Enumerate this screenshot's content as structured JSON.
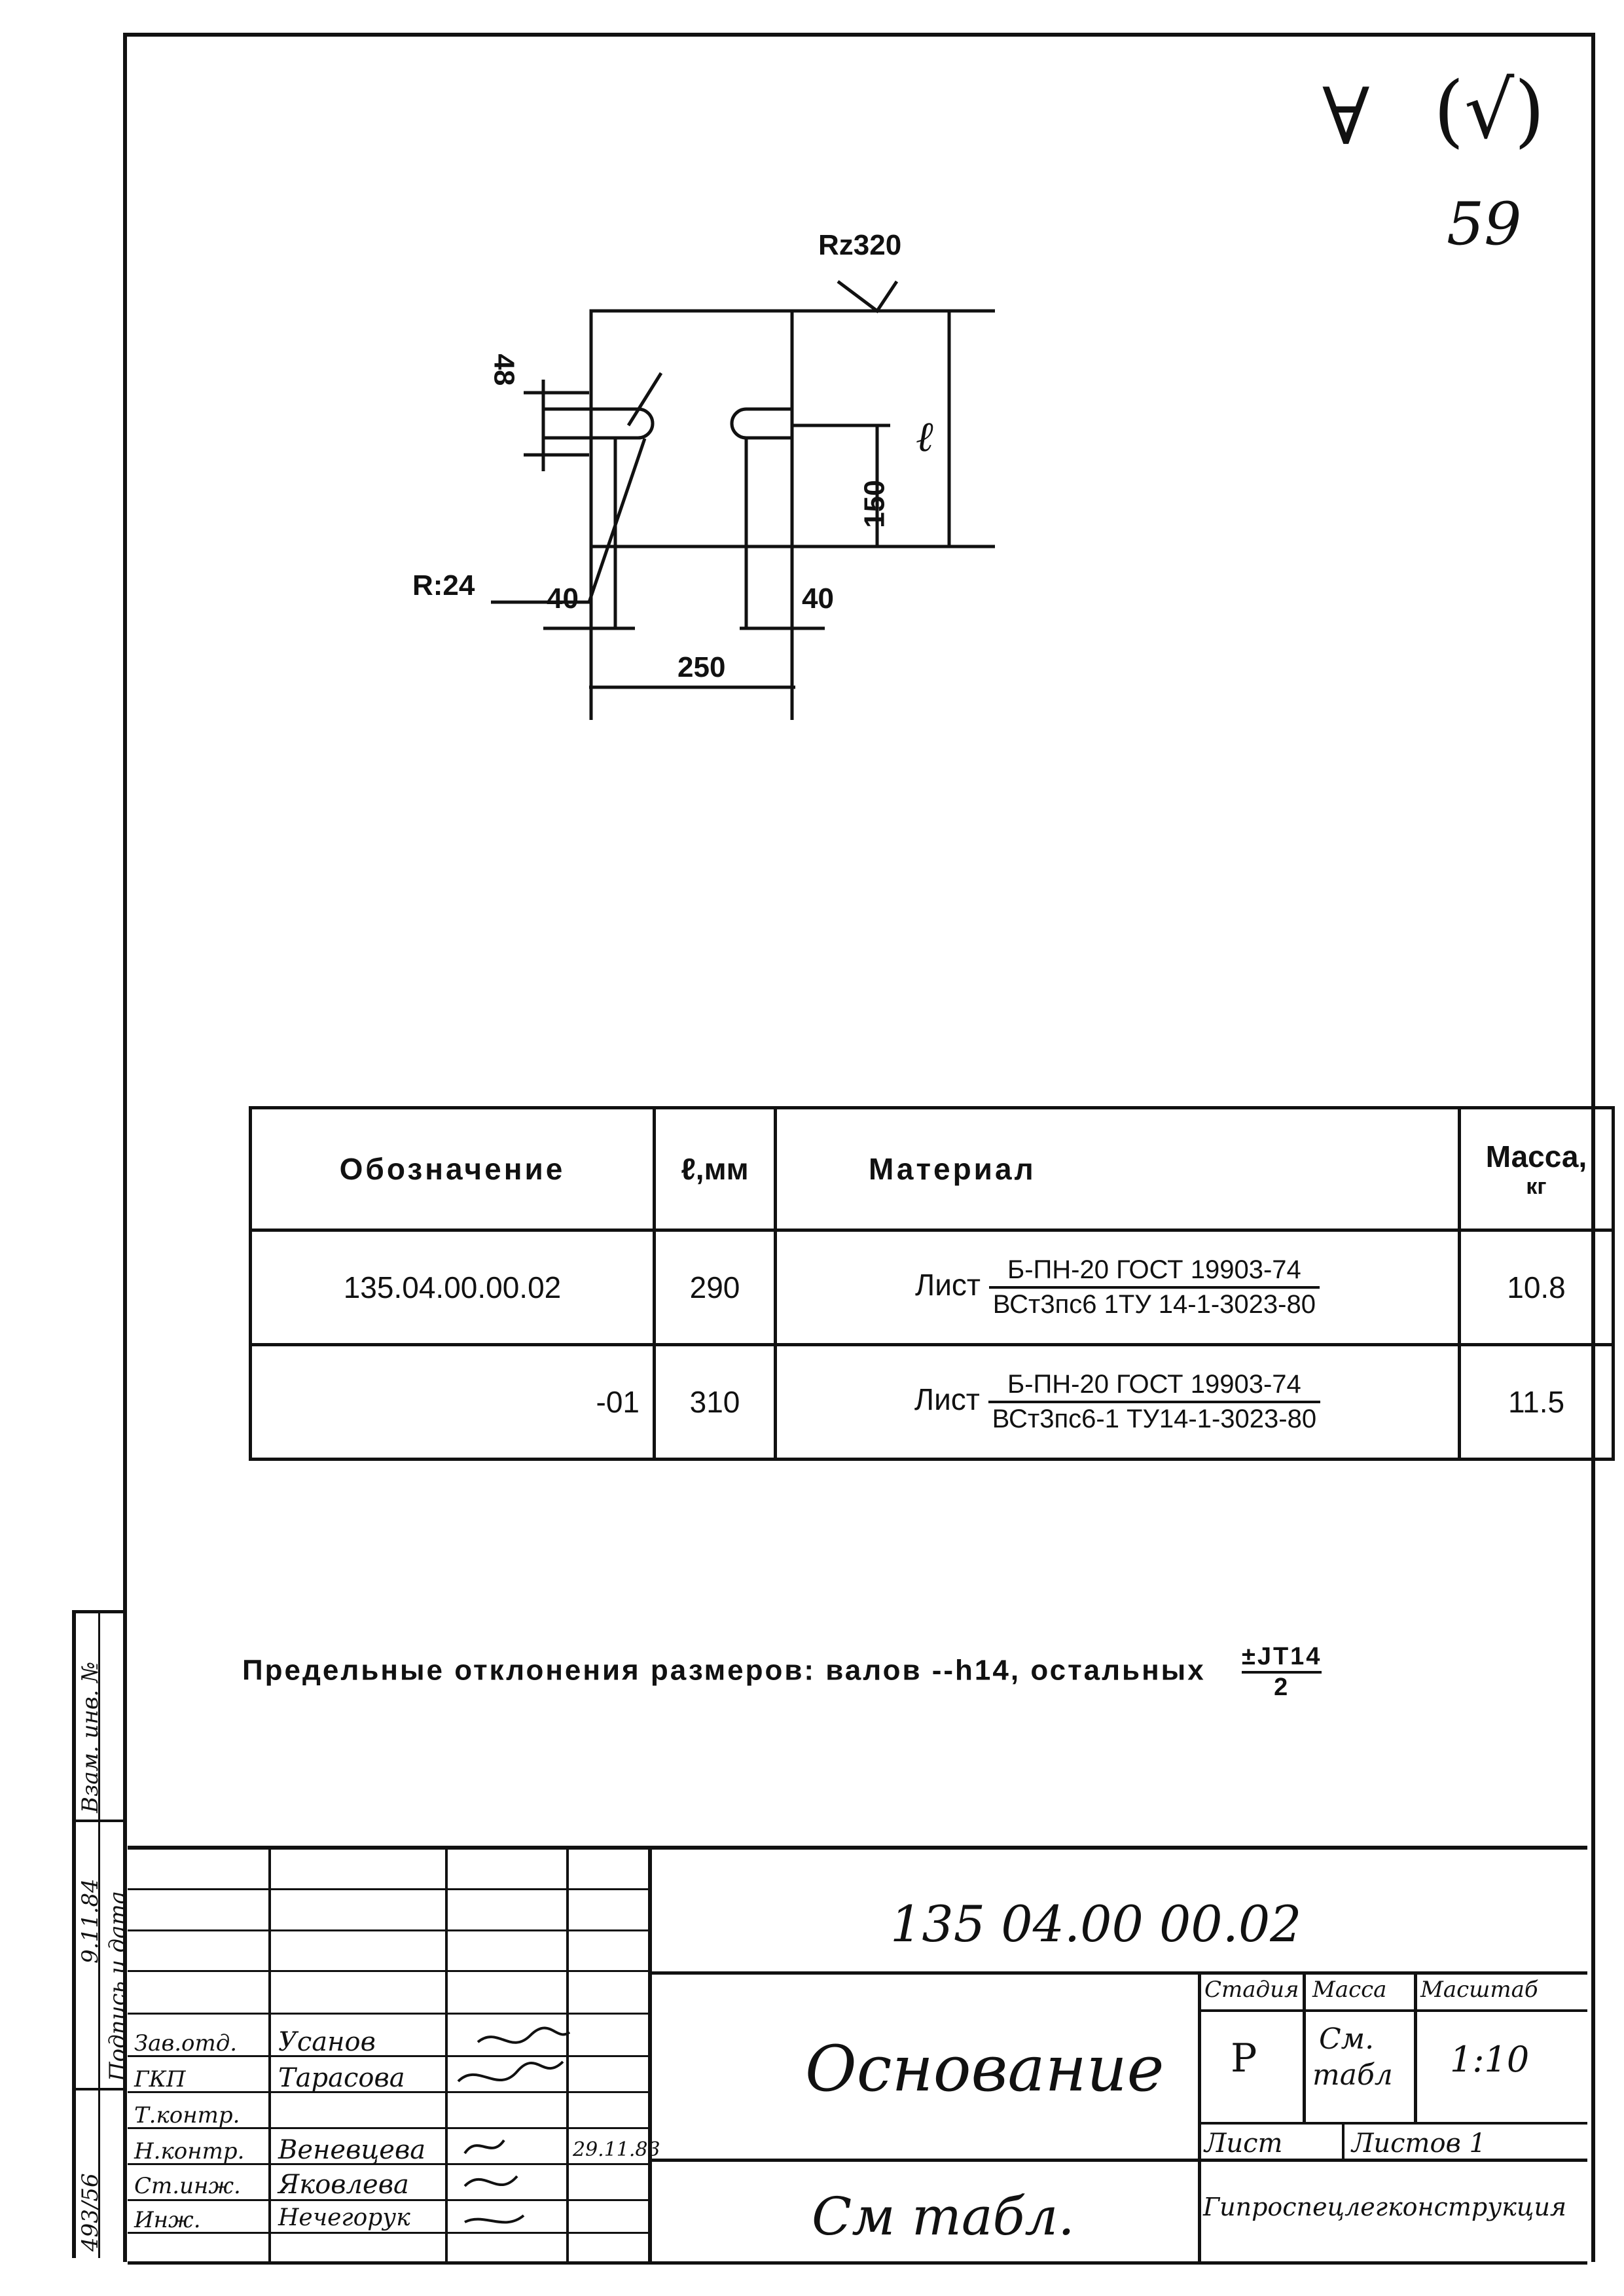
{
  "sheet_marks": {
    "roughness_symbol": "∀",
    "roughness_paren": "(√)",
    "page_number": "59"
  },
  "drawing": {
    "surface_roughness": "Rz320",
    "dim_slot_width": "48",
    "dim_height": "ℓ",
    "dim_slot_center": "150",
    "dim_radius": "R:24",
    "dim_left_edge": "40",
    "dim_right_edge": "40",
    "dim_total_width": "250"
  },
  "spec_table": {
    "headers": {
      "designation": "Обозначение",
      "length": "ℓ,мм",
      "material": "Материал",
      "mass": "Масса,",
      "mass_unit": "кг"
    },
    "rows": [
      {
        "designation": "135.04.00.00.02",
        "length": "290",
        "material_prefix": "Лист",
        "material_top": "Б-ПН-20 ГОСТ 19903-74",
        "material_bottom": "ВСт3пс6 1ТУ 14-1-3023-80",
        "mass": "10.8"
      },
      {
        "designation": "-01",
        "length": "310",
        "material_prefix": "Лист",
        "material_top": "Б-ПН-20 ГОСТ 19903-74",
        "material_bottom": "ВСт3пс6-1 ТУ14-1-3023-80",
        "mass": "11.5"
      }
    ]
  },
  "tolerance_note": {
    "text": "Предельные отклонения размеров: валов --h14, остальных",
    "fraction_top": "±JT14",
    "fraction_bottom": "2"
  },
  "title_block": {
    "doc_number": "135 04.00 00.02",
    "name": "Основание",
    "material_ref": "См табл.",
    "stage_label": "Стадия",
    "mass_label": "Масса",
    "scale_label": "Масштаб",
    "stage_value": "Р",
    "mass_value_top": "См.",
    "mass_value_bottom": "табл",
    "scale_value": "1:10",
    "sheet_label": "Лист",
    "sheets_label": "Листов 1",
    "organization": "Гипроспецлегконструкция",
    "signatures": [
      {
        "role": "Зав.отд.",
        "name": "Усанов",
        "date": ""
      },
      {
        "role": "ГКП",
        "name": "Тарасова",
        "date": ""
      },
      {
        "role": "Т.контр.",
        "name": "",
        "date": ""
      },
      {
        "role": "Н.контр.",
        "name": "Веневцева",
        "date": "29.11.83"
      },
      {
        "role": "Ст.инж.",
        "name": "Яковлева",
        "date": ""
      },
      {
        "role": "Инж.",
        "name": "Нечегорук",
        "date": ""
      }
    ]
  },
  "side_stamp": {
    "label1": "Подпись и дата",
    "value1": "9.11.84",
    "label2": "Взам. инв. №",
    "inv_value": "493/56"
  }
}
